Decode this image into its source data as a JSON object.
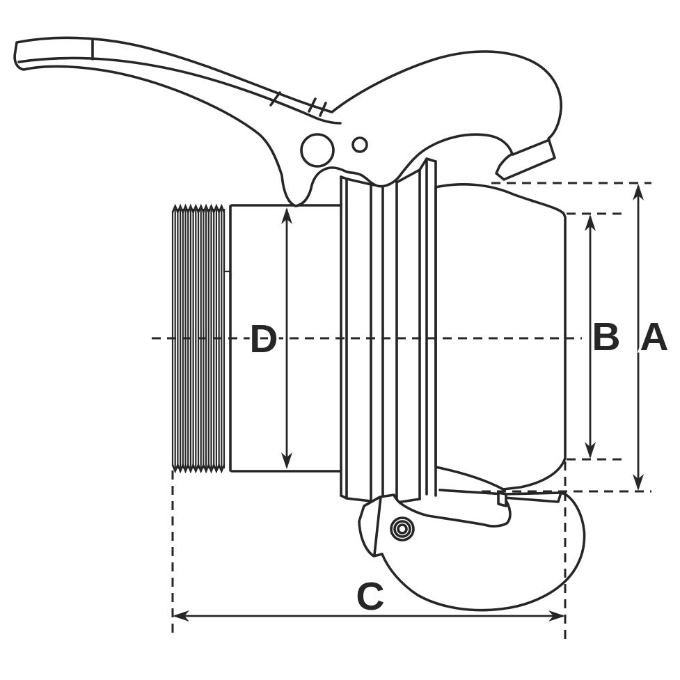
{
  "diagram": {
    "type": "technical-drawing",
    "view": "side-profile line drawing",
    "subject": "threaded lever-lock hose coupling with cam lever and drop latch",
    "background_color": "#ffffff",
    "line_color": "#262626",
    "dimension_labels": {
      "A": "A",
      "B": "B",
      "C": "C",
      "D": "D"
    },
    "dimension_axes": {
      "A": "vertical",
      "B": "vertical",
      "C": "horizontal",
      "D": "vertical"
    }
  }
}
